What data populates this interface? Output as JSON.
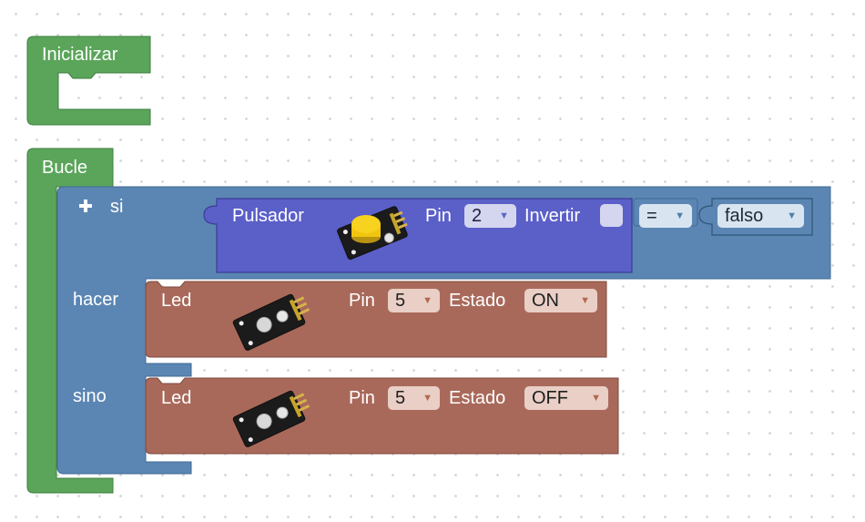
{
  "inicializar": {
    "label": "Inicializar"
  },
  "bucle": {
    "label": "Bucle"
  },
  "if_block": {
    "plus_icon": "plus-icon",
    "si_label": "si",
    "hacer_label": "hacer",
    "sino_label": "sino"
  },
  "pulsador": {
    "label": "Pulsador",
    "pin_label": "Pin",
    "pin_value": "2",
    "invertir_label": "Invertir",
    "invertir_checked": false
  },
  "compare": {
    "operator": "="
  },
  "boolean": {
    "value": "falso"
  },
  "led_on": {
    "label": "Led",
    "pin_label": "Pin",
    "pin_value": "5",
    "estado_label": "Estado",
    "estado_value": "ON"
  },
  "led_off": {
    "label": "Led",
    "pin_label": "Pin",
    "pin_value": "5",
    "estado_label": "Estado",
    "estado_value": "OFF"
  },
  "colors": {
    "green": "#5ba55b",
    "steel": "#5b86b3",
    "purple": "#5b5fc8",
    "brown": "#a9695a",
    "white": "#ffffff"
  }
}
